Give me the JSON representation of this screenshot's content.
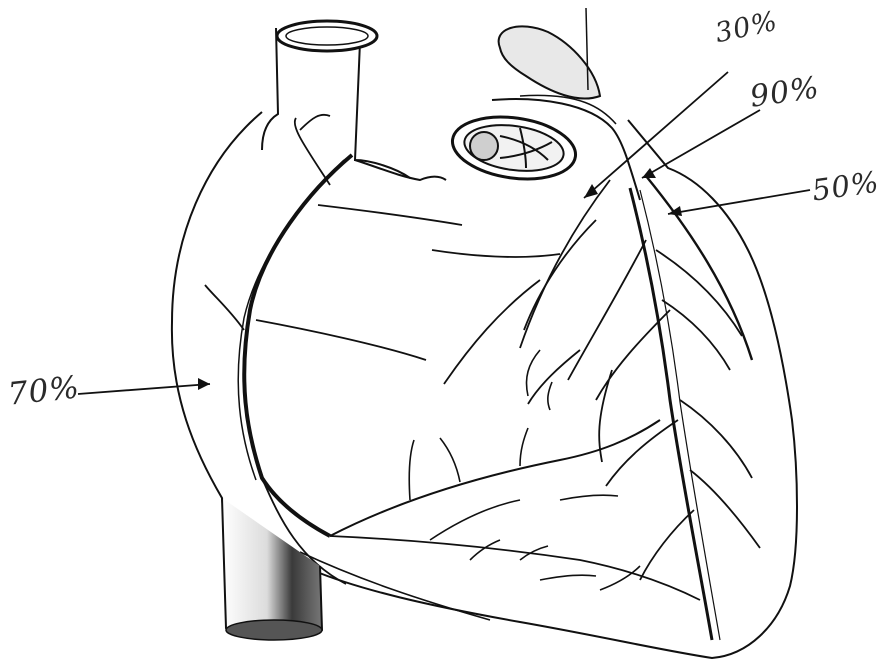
{
  "diagram": {
    "annotations": [
      {
        "id": "note-1",
        "text": "30%"
      },
      {
        "id": "note-2",
        "text": "90%"
      },
      {
        "id": "note-3",
        "text": "50%"
      },
      {
        "id": "note-4",
        "text": "70%"
      }
    ]
  },
  "colors": {
    "ink": "#111111",
    "paper": "#ffffff",
    "shade": "#3a3a3a"
  }
}
